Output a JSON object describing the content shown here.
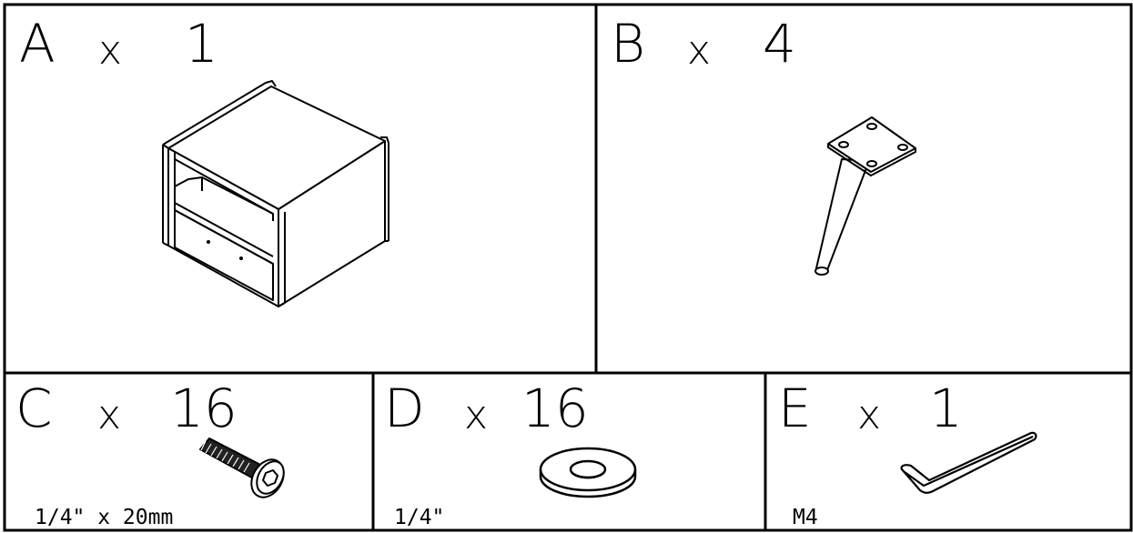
{
  "parts": [
    {
      "id": "A",
      "letter": "A",
      "x_sign": "x",
      "qty": "1",
      "spec": ""
    },
    {
      "id": "B",
      "letter": "B",
      "x_sign": "x",
      "qty": "4",
      "spec": ""
    },
    {
      "id": "C",
      "letter": "C",
      "x_sign": "x",
      "qty": "16",
      "spec": "1/4\" x 20mm"
    },
    {
      "id": "D",
      "letter": "D",
      "x_sign": "x",
      "qty": "16",
      "spec": "1/4\""
    },
    {
      "id": "E",
      "letter": "E",
      "x_sign": "x",
      "qty": "1",
      "spec": "M4"
    }
  ],
  "icons": {
    "A": "cabinet-box-icon",
    "B": "angled-leg-icon",
    "C": "hex-bolt-icon",
    "D": "flat-washer-icon",
    "E": "allen-key-icon"
  }
}
